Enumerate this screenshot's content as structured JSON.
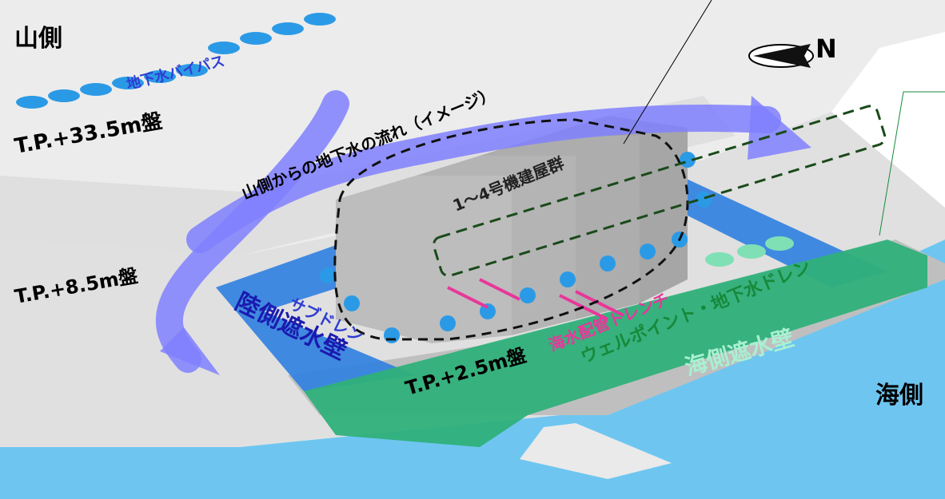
{
  "labels": {
    "yamagawa": "山側",
    "umigawa": "海側",
    "north": "N",
    "bypass": "地下水バイパス",
    "tp33": "T.P.+33.5m盤",
    "tp85": "T.P.+8.5m盤",
    "tp25": "T.P.+2.5m盤",
    "flow": "山側からの地下水の流れ（イメージ）",
    "buildings": "1～4号機建屋群",
    "subdrain": "サブドレン",
    "landwall": "陸側遮水壁",
    "trench": "海水配管トレンチ",
    "wellpoint": "ウェルポイント・地下水ドレン",
    "seawall": "海側遮水壁"
  },
  "colors": {
    "flow_arrow": "#8080ff",
    "sea": "#6ec6f0",
    "tank": "#2b9ae6",
    "landwall": "#2f7fe0",
    "seawall": "#2fb07a",
    "building": "#bdbdbd",
    "trench": "#e8379a",
    "wellpoint_text": "#168a3a",
    "subdrain_text": "#2f3ed0",
    "bypass_text": "#2f3ed0"
  }
}
